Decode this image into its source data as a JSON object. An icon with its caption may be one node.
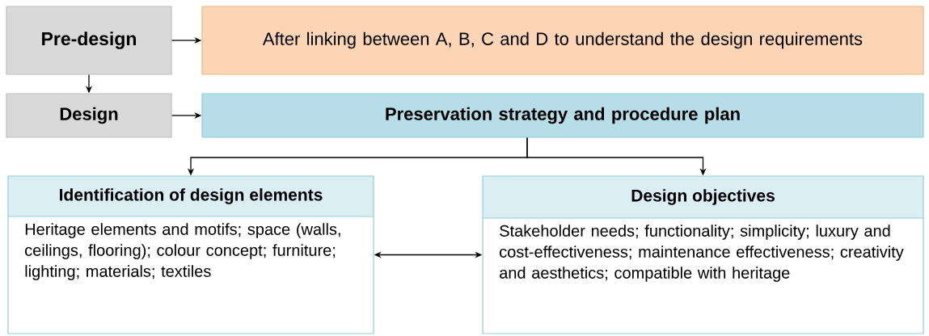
{
  "diagram": {
    "nodes": [
      {
        "text": [
          "Pre-design"
        ]
      },
      {
        "text": [
          "After linking between A, B, C and D to understand the design requirements"
        ]
      },
      {
        "text": [
          "Design"
        ]
      },
      {
        "text": [
          "Preservation strategy and procedure plan"
        ]
      },
      {
        "text": [
          "Identification of design elements",
          "Heritage elements and motifs; space (walls, ceilings, flooring); colour concept; furniture; lighting; materials; textiles"
        ]
      },
      {
        "text": [
          "Design objectives",
          "Stakeholder needs; functionality; simplicity; luxury and cost-effectiveness; maintenance effectiveness; creativity and aesthetics; compatible with heritage"
        ]
      }
    ],
    "edges": [
      {
        "from": 0,
        "to": 1,
        "arrow": "to"
      },
      {
        "from": 0,
        "to": 2,
        "arrow": "to"
      },
      {
        "from": 2,
        "to": 3,
        "arrow": "to"
      },
      {
        "from": 3,
        "to": 4,
        "arrow": "to"
      },
      {
        "from": 3,
        "to": 5,
        "arrow": "to"
      },
      {
        "from": 4,
        "to": 5,
        "arrow": "both"
      }
    ]
  }
}
